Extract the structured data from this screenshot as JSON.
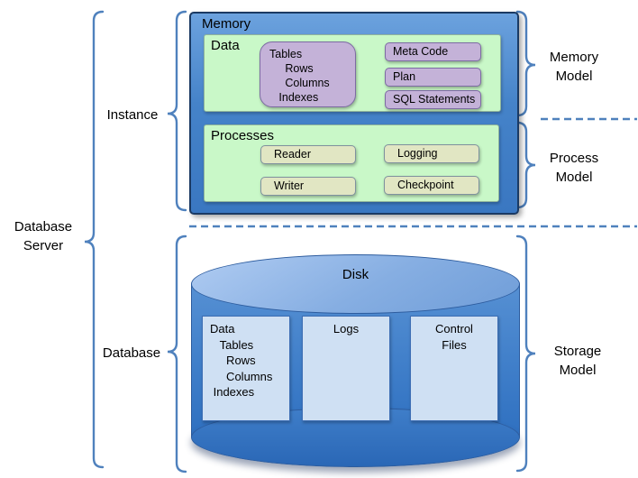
{
  "labels": {
    "database_server": "Database\nServer",
    "instance": "Instance",
    "database": "Database",
    "memory_model": "Memory\nModel",
    "process_model": "Process\nModel",
    "storage_model": "Storage\nModel"
  },
  "memory": {
    "title": "Memory",
    "data": {
      "title": "Data",
      "structures": "Tables\n     Rows\n     Columns\n   Indexes",
      "meta_code": "Meta Code",
      "plan": "Plan",
      "sql_statements": "SQL Statements"
    },
    "processes": {
      "title": "Processes",
      "reader": "Reader",
      "logging": "Logging",
      "writer": "Writer",
      "checkpoint": "Checkpoint"
    }
  },
  "storage": {
    "disk_title": "Disk",
    "data_files": "Data\n   Tables\n     Rows\n     Columns\n Indexes",
    "logs": "Logs",
    "control_files": "Control\nFiles"
  },
  "colors": {
    "brace": "#4f81bd",
    "dashed_line": "#4f81bd",
    "memory_box_fill_top": "#6ca2de",
    "memory_box_fill_bottom": "#3a77c1",
    "memory_box_border": "#1b3a63",
    "green_panel_fill": "#c9f8c8",
    "purple_fill": "#c4b2d8",
    "purple_border": "#7d6ba3",
    "khaki_fill": "#e1e6c3",
    "cylinder_top_fill": "#9cbdea",
    "cylinder_body_fill": "#3f7ec9",
    "file_box_fill": "#cfe0f3",
    "file_box_border": "#3d6eb4",
    "text": "#000000"
  }
}
